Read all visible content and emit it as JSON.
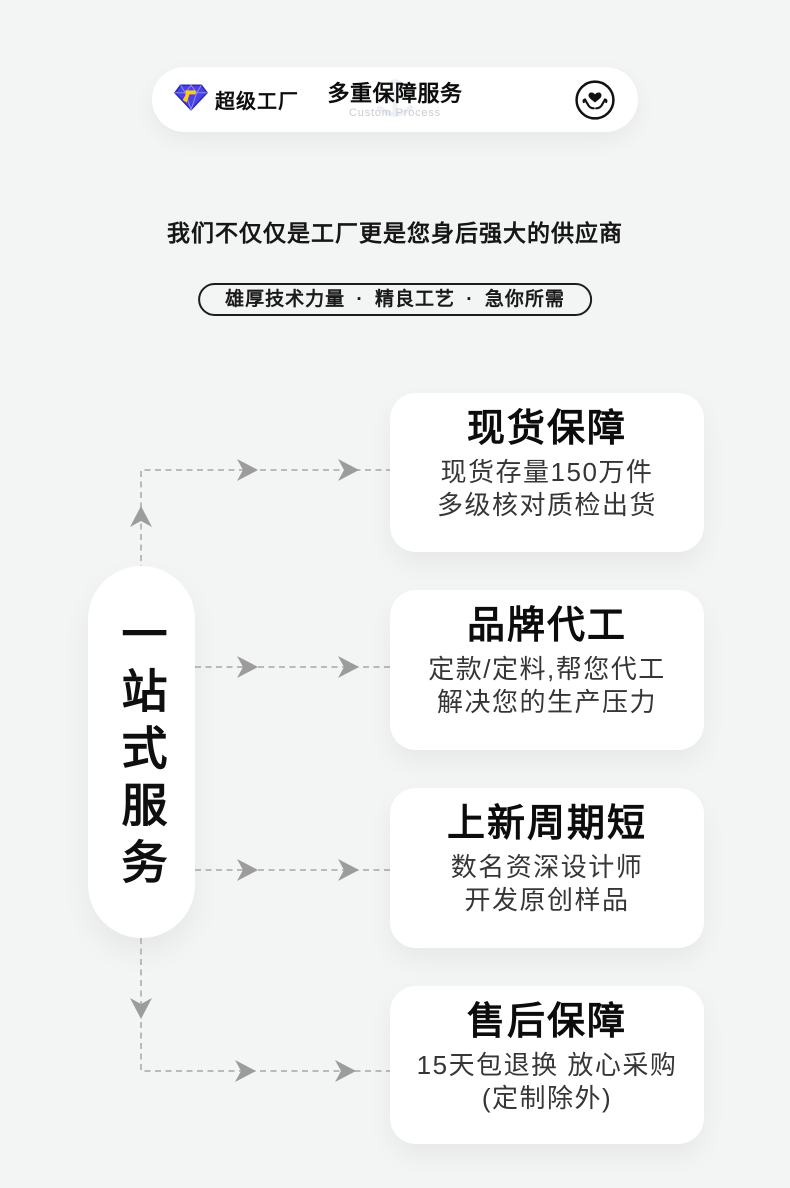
{
  "header": {
    "brand": {
      "icon": "gem-factory-icon",
      "name": "超级工厂"
    },
    "title": "多重保障服务",
    "subtitle": "Custom Process",
    "right_icon": "heart-in-hands-icon"
  },
  "headline": "我们不仅仅是工厂更是您身后强大的供应商",
  "tagline": "雄厚技术力量 · 精良工艺 · 急你所需",
  "service_pill": "一站式服务",
  "cards": [
    {
      "title": "现货保障",
      "lines": [
        "现货存量150万件",
        "多级核对质检出货"
      ]
    },
    {
      "title": "品牌代工",
      "lines": [
        "定款/定料,帮您代工",
        "解决您的生产压力"
      ]
    },
    {
      "title": "上新周期短",
      "lines": [
        "数名资深设计师",
        "开发原创样品"
      ]
    },
    {
      "title": "售后保障",
      "lines": [
        "15天包退换 放心采购",
        "(定制除外)"
      ]
    }
  ],
  "colors": {
    "background": "#f3f4f4",
    "card": "#ffffff",
    "title_text": "#0c0c0c",
    "body_text": "#363636",
    "connector_dash": "#b1b1b1",
    "arrowhead": "#9c9c9c",
    "brand_purple": "#4a42e4",
    "brand_gold": "#ffc81e",
    "subtitle_gray": "#c8ccd2"
  }
}
